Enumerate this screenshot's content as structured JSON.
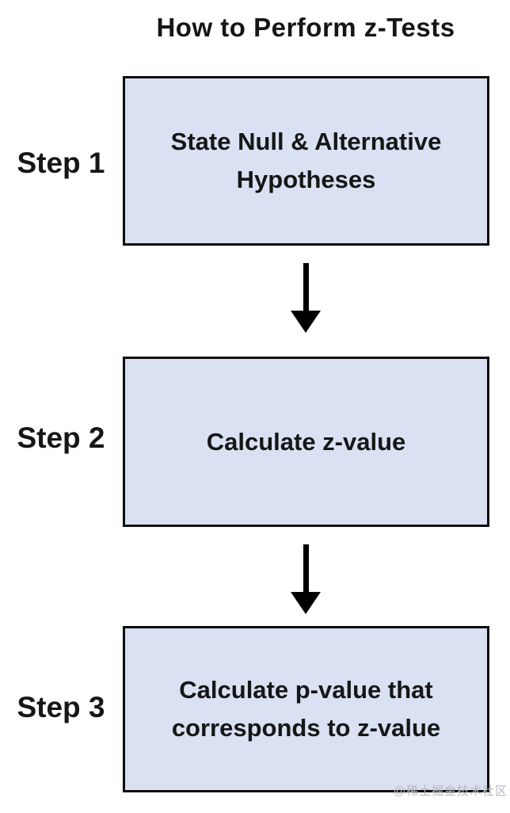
{
  "title": "How to Perform z-Tests",
  "colors": {
    "box_fill": "#d9e1f2",
    "box_border": "#0d0d0d",
    "text": "#161616",
    "arrow": "#000000",
    "watermark": "#b4b8c2"
  },
  "steps": [
    {
      "label": "Step 1",
      "text": "State Null & Alternative Hypotheses"
    },
    {
      "label": "Step 2",
      "text": "Calculate z-value"
    },
    {
      "label": "Step 3",
      "text": "Calculate p-value that corresponds to z-value"
    }
  ],
  "arrows": [
    {
      "name": "down-arrow"
    },
    {
      "name": "down-arrow"
    }
  ],
  "watermark": "@稀土掘金技术社区"
}
